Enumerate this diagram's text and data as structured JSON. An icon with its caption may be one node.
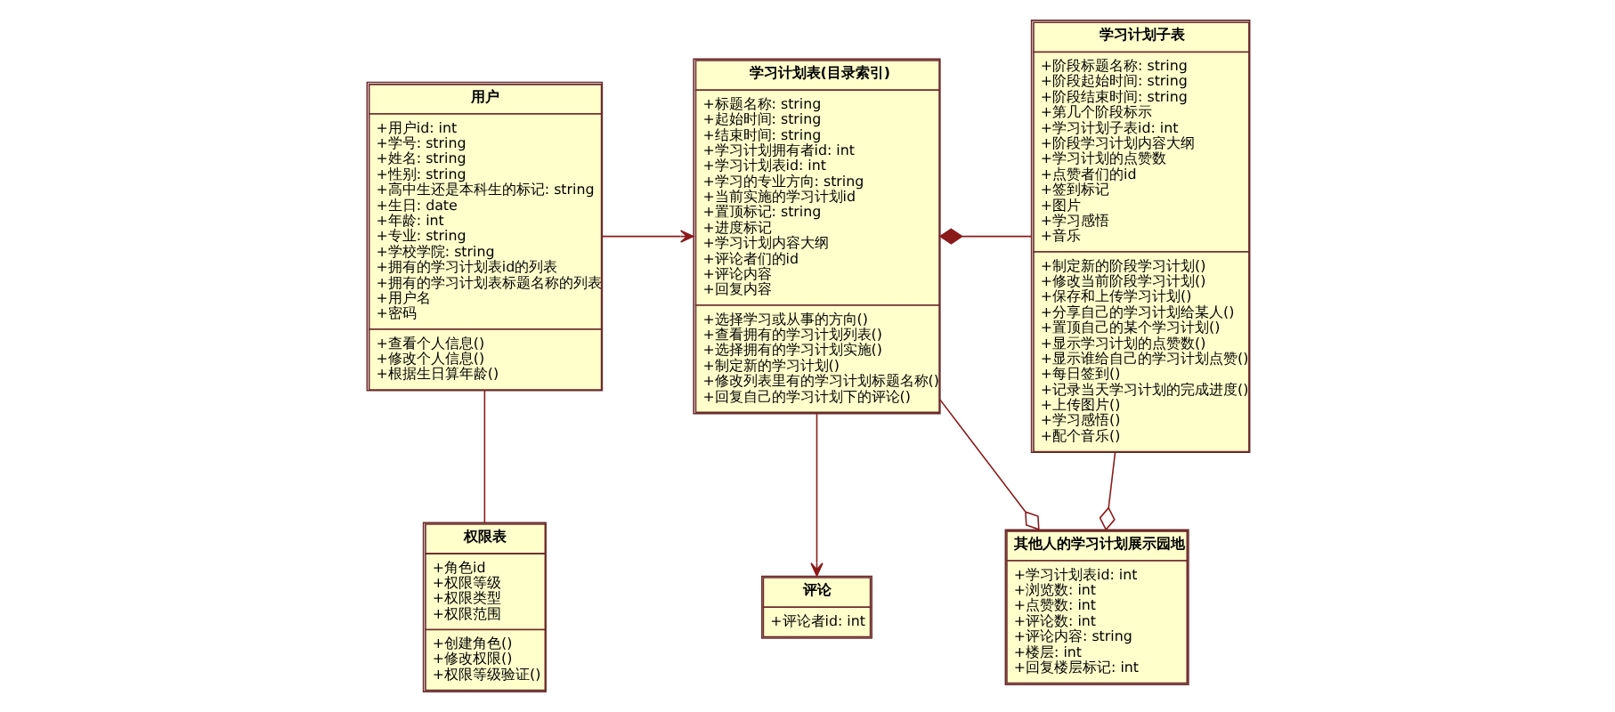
{
  "diagram": {
    "nodes": [
      {
        "text": [
          "用户",
          "+用户id: int",
          "+学号: string",
          "+姓名: string",
          "+性别: string",
          "+高中生还是本科生的标记: string",
          "+生日: date",
          "+年龄: int",
          "+专业: string",
          "+学校学院: string",
          "+拥有的学习计划表id的列表",
          "+拥有的学习计划表标题名称的列表",
          "+用户名",
          "+密码",
          "+查看个人信息()",
          "+修改个人信息()",
          "+根据生日算年龄()"
        ]
      },
      {
        "text": [
          "权限表",
          "+角色id",
          "+权限等级",
          "+权限类型",
          "+权限范围",
          "+创建角色()",
          "+修改权限()",
          "+权限等级验证()"
        ]
      },
      {
        "text": [
          "学习计划表(目录索引)",
          "+标题名称: string",
          "+起始时间: string",
          "+结束时间: string",
          "+学习计划拥有者id: int",
          "+学习计划表id: int",
          "+学习的专业方向: string",
          "+当前实施的学习计划id",
          "+置顶标记: string",
          "+进度标记",
          "+学习计划内容大纲",
          "+评论者们的id",
          "+评论内容",
          "+回复内容",
          "+选择学习或从事的方向()",
          "+查看拥有的学习计划列表()",
          "+选择拥有的学习计划实施()",
          "+制定新的学习计划()",
          "+修改列表里有的学习计划标题名称()",
          "+回复自己的学习计划下的评论()"
        ]
      },
      {
        "text": [
          "其他人的学习计划展示园地",
          "+学习计划表id: int",
          "+浏览数: int",
          "+点赞数: int",
          "+评论数: int",
          "+评论内容: string",
          "+楼层: int",
          "+回复楼层标记: int"
        ]
      },
      {
        "text": [
          "学习计划子表",
          "+阶段标题名称: string",
          "+阶段起始时间: string",
          "+阶段结束时间: string",
          "+第几个阶段标示",
          "+学习计划子表id: int",
          "+阶段学习计划内容大纲",
          "+学习计划的点赞数",
          "+点赞者们的id",
          "+签到标记",
          "+图片",
          "+学习感悟",
          "+音乐",
          "+制定新的阶段学习计划()",
          "+修改当前阶段学习计划()",
          "+保存和上传学习计划()",
          "+分享自己的学习计划给某人()",
          "+置顶自己的某个学习计划()",
          "+显示学习计划的点赞数()",
          "+显示谁给自己的学习计划点赞()",
          "+每日签到()",
          "+记录当天学习计划的完成进度()",
          "+上传图片()",
          "+学习感悟()",
          "+配个音乐()"
        ]
      },
      {
        "text": [
          "评论",
          "+评论者id: int"
        ]
      }
    ],
    "edges": [
      {
        "from": 0,
        "to": 2,
        "arrow": "to"
      },
      {
        "from": 0,
        "to": 1,
        "arrow": "none"
      },
      {
        "from": 2,
        "to": 4,
        "arrow": "other"
      },
      {
        "from": 3,
        "to": 2,
        "arrow": "other"
      },
      {
        "from": 3,
        "to": 4,
        "arrow": "other"
      },
      {
        "from": 2,
        "to": 5,
        "arrow": "to"
      }
    ]
  }
}
